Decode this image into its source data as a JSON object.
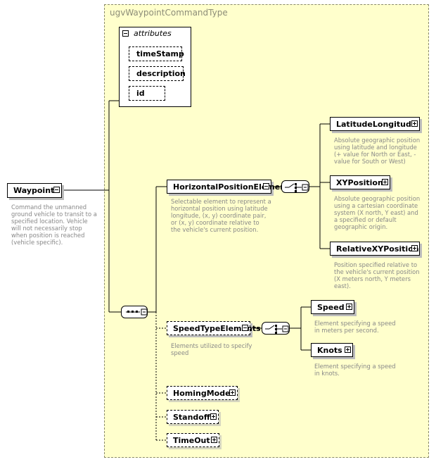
{
  "diagram": {
    "type_name": "ugvWaypointCommandType",
    "root": {
      "name": "Waypoint",
      "doc": [
        "Command the unmanned",
        "ground vehicle to transit to a",
        "specified location.  Vehicle",
        "will not necessarily stop",
        "when position is reached",
        "(vehicle specific)."
      ]
    },
    "attributes": {
      "title": "attributes",
      "items": [
        "timeStamp",
        "description",
        "id"
      ]
    },
    "horizontal_group": {
      "name": "HorizontalPositionElements",
      "doc": [
        "Selectable element to represent a",
        "horizontal position using latitude",
        "longitude, (x, y) coordinate pair,",
        "or (x, y) coordinate relative to",
        "the vehicle's current position."
      ],
      "choices": [
        {
          "name": "LatitudeLongitude",
          "doc": [
            "Absolute geographic position",
            "using latitude and longitude",
            "(+ value for North or East, -",
            "value for South or West)"
          ]
        },
        {
          "name": "XYPosition",
          "doc": [
            "Absolute geographic position",
            "using a cartesian coordinate",
            "system (X north, Y east) and",
            "a specified or default",
            "geographic origin."
          ]
        },
        {
          "name": "RelativeXYPosition",
          "doc": [
            "Position specified relative to",
            "the vehicle's current position",
            "(X meters north, Y meters",
            "east)."
          ]
        }
      ]
    },
    "speed_group": {
      "name": "SpeedTypeElements",
      "doc": [
        "Elements utilized to specify",
        "speed"
      ],
      "choices": [
        {
          "name": "Speed",
          "doc": [
            "Element specifying a speed",
            "in meters per second."
          ]
        },
        {
          "name": "Knots",
          "doc": [
            "Element specifying a speed",
            "in knots."
          ]
        }
      ]
    },
    "optional_elements": [
      "HomingMode",
      "Standoff",
      "TimeOut"
    ]
  }
}
